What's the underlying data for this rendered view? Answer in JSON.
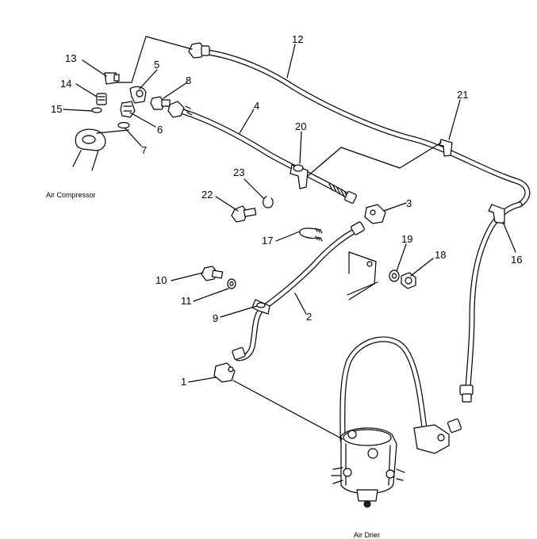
{
  "captions": {
    "air_compressor": "Air Compressor",
    "air_drier": "Air Drier"
  },
  "part_numbers": {
    "p1": "1",
    "p2": "2",
    "p3": "3",
    "p4": "4",
    "p5": "5",
    "p6": "6",
    "p7": "7",
    "p8": "8",
    "p9": "9",
    "p10": "10",
    "p11": "11",
    "p12": "12",
    "p13": "13",
    "p14": "14",
    "p15": "15",
    "p16": "16",
    "p17": "17",
    "p18": "18",
    "p19": "19",
    "p20": "20",
    "p21": "21",
    "p22": "22",
    "p23": "23"
  }
}
